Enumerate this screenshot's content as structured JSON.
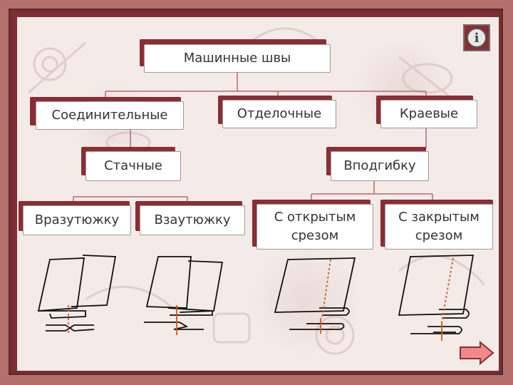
{
  "diagram": {
    "root": "Машинные швы",
    "level1": [
      "Соединительные",
      "Отделочные",
      "Краевые"
    ],
    "level2": [
      "Стачные",
      "Вподгибку"
    ],
    "level3": [
      "Вразутюжку",
      "Взаутюжку",
      "С открытым\nсрезом",
      "С закрытым\nсрезом"
    ]
  },
  "colors": {
    "frame": "#7d2f33",
    "tab": "#8a2e34",
    "connector": "#b06f6f",
    "box_border": "#9a9a9a",
    "seam_line": "#d9541e"
  },
  "icons": [
    "info-icon",
    "next-arrow-icon"
  ]
}
